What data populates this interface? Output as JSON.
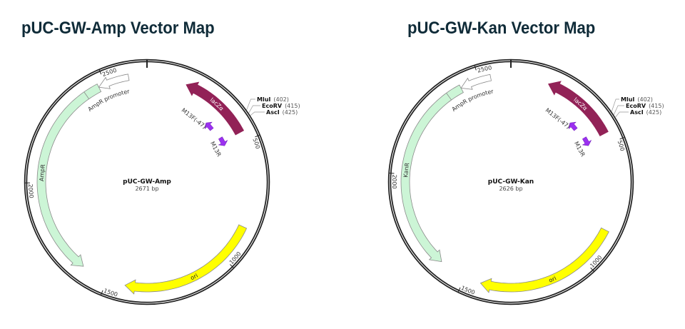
{
  "colors": {
    "backbone": "#222222",
    "lacZ": "#922257",
    "resistance": "#ccf5d6",
    "ori": "#ffff00",
    "promoter": "#ffffff",
    "primer": "#9b30f0",
    "outline": "#8a8a8a"
  },
  "maps": [
    {
      "title": "pUC-GW-Amp Vector Map",
      "name": "pUC-GW-Amp",
      "size_label": "2671 bp",
      "length": 2671,
      "ticks": [
        {
          "bp": 500,
          "label": "500"
        },
        {
          "bp": 1000,
          "label": "1000"
        },
        {
          "bp": 1500,
          "label": "1500"
        },
        {
          "bp": 2000,
          "label": "2000"
        },
        {
          "bp": 2500,
          "label": "2500"
        }
      ],
      "features": [
        {
          "label": "lacZα",
          "type": "lacZ",
          "start": 163,
          "end": 460,
          "dir": -1,
          "label_color": "#ffffff"
        },
        {
          "label": "ori",
          "type": "ori",
          "start": 853,
          "end": 1425,
          "dir": 1,
          "label_color": "#222222"
        },
        {
          "label": "AmpR",
          "type": "resistance",
          "start": 1610,
          "end": 2471,
          "dir": -1,
          "label_color": "#333333"
        },
        {
          "label": "AmpR promoter",
          "type": "promoter",
          "start": 2471,
          "end": 2597,
          "dir": -1,
          "label_color": "#333333"
        }
      ],
      "primers": [
        {
          "label": "M13F(-47)",
          "bp": 356,
          "dir": -1
        },
        {
          "label": "M13R",
          "bp": 460,
          "dir": 1
        }
      ],
      "sites": [
        {
          "name": "MluI",
          "pos": "(402)",
          "bp": 402
        },
        {
          "name": "EcoRV",
          "pos": "(415)",
          "bp": 415
        },
        {
          "name": "AscI",
          "pos": "(425)",
          "bp": 425
        }
      ]
    },
    {
      "title": "pUC-GW-Kan Vector Map",
      "name": "pUC-GW-Kan",
      "size_label": "2626 bp",
      "length": 2626,
      "ticks": [
        {
          "bp": 500,
          "label": "500"
        },
        {
          "bp": 1000,
          "label": "1000"
        },
        {
          "bp": 1500,
          "label": "1500"
        },
        {
          "bp": 2000,
          "label": "2000"
        },
        {
          "bp": 2500,
          "label": "2500"
        }
      ],
      "features": [
        {
          "label": "lacZα",
          "type": "lacZ",
          "start": 153,
          "end": 457,
          "dir": -1,
          "label_color": "#ffffff"
        },
        {
          "label": "ori",
          "type": "ori",
          "start": 853,
          "end": 1435,
          "dir": 1,
          "label_color": "#222222"
        },
        {
          "label": "KanR",
          "type": "resistance",
          "start": 1612,
          "end": 2422,
          "dir": -1,
          "label_color": "#333333"
        },
        {
          "label": "AmpR promoter",
          "type": "promoter",
          "start": 2422,
          "end": 2546,
          "dir": -1,
          "label_color": "#333333"
        }
      ],
      "primers": [
        {
          "label": "M13F(-47)",
          "bp": 350,
          "dir": -1
        },
        {
          "label": "M13R",
          "bp": 452,
          "dir": 1
        }
      ],
      "sites": [
        {
          "name": "MluI",
          "pos": "(402)",
          "bp": 402
        },
        {
          "name": "EcoRV",
          "pos": "(415)",
          "bp": 415
        },
        {
          "name": "AscI",
          "pos": "(425)",
          "bp": 425
        }
      ]
    }
  ]
}
